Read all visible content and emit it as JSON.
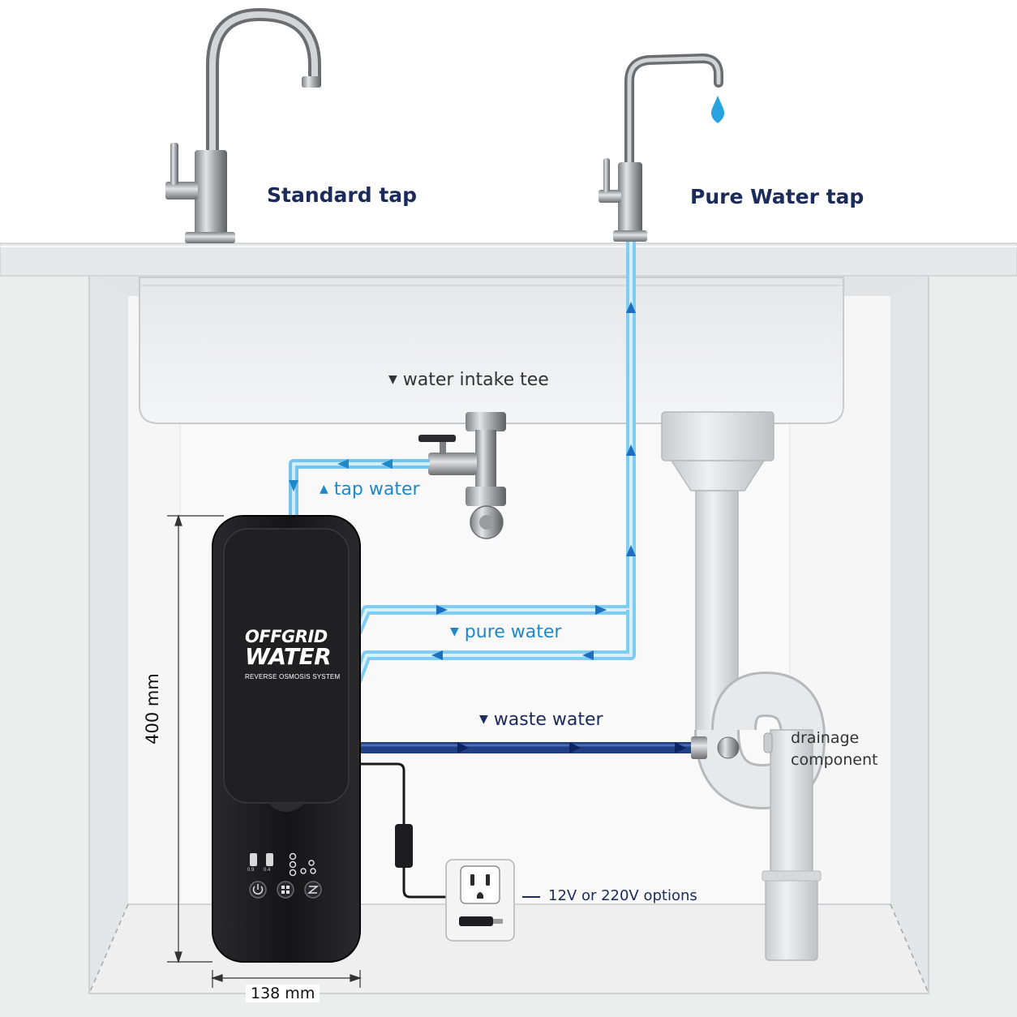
{
  "labels": {
    "standard_tap": "Standard tap",
    "pure_tap": "Pure Water tap",
    "intake_tee": "water intake tee",
    "tap_water": "tap water",
    "pure_water": "pure water",
    "waste_water": "waste water",
    "drainage_line1": "drainage",
    "drainage_line2": "component",
    "power": "12V or 220V options",
    "height": "400 mm",
    "width": "138 mm"
  },
  "markers": {
    "down": "▼",
    "up": "▲",
    "dash": "—"
  },
  "device": {
    "brand_line1": "OFFGRID",
    "brand_line2": "WATER",
    "subtitle": "REVERSE OSMOSIS SYSTEM",
    "indicator_left": "0.9",
    "indicator_right": "0.4"
  },
  "colors": {
    "label_navy": "#1a2b5c",
    "tap_water_blue": "#1e88c8",
    "pure_line": "#6ec6f0",
    "waste_line": "#1f3f86",
    "device_body": "#1b1b1d"
  },
  "icons": {
    "drop": "water-drop-icon",
    "outlet": "power-outlet-icon",
    "power_button": "power-icon",
    "menu_button": "grid-icon",
    "flush_button": "flush-icon"
  }
}
